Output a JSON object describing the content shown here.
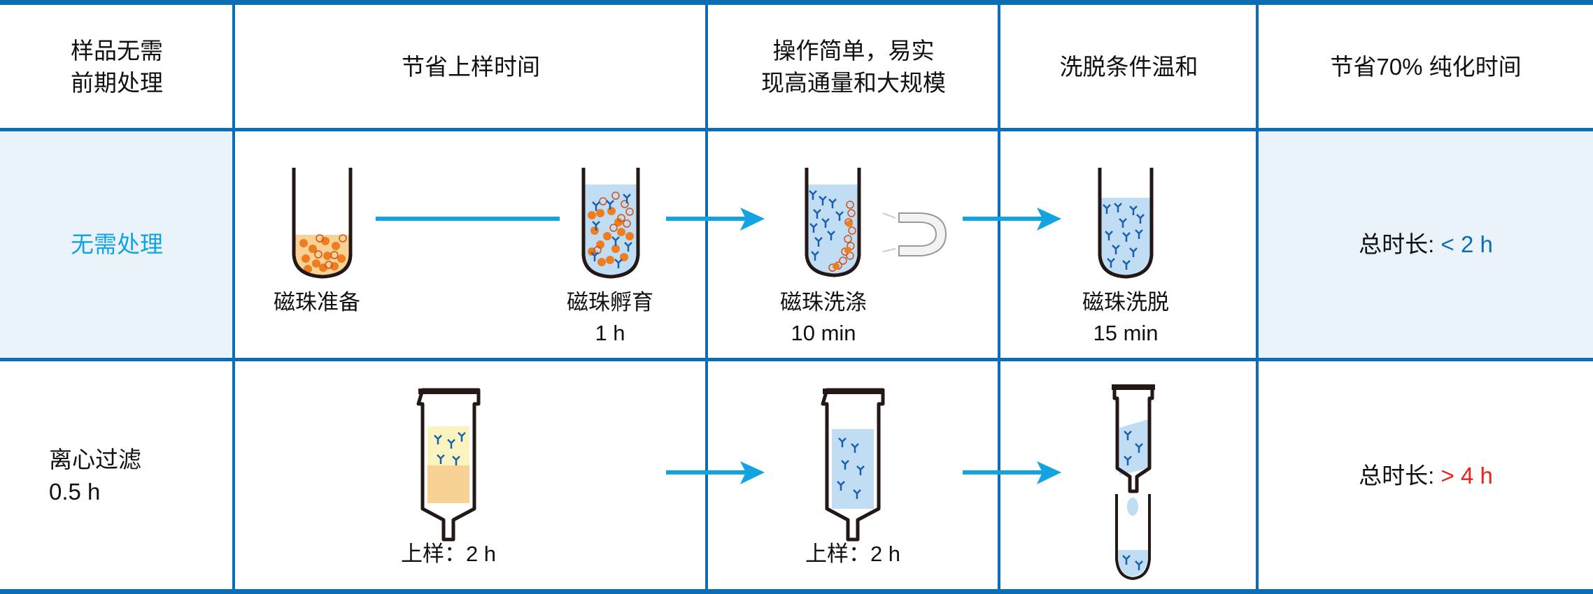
{
  "header": {
    "col0": [
      "样品无需",
      "前期处理"
    ],
    "col1": "节省上样时间",
    "col2": [
      "操作简单，易实",
      "现高通量和大规模"
    ],
    "col3": "洗脱条件温和",
    "col4": "节省70% 纯化时间"
  },
  "row_magnetic": {
    "label": "无需处理",
    "steps": [
      {
        "name": "磁珠准备",
        "time": ""
      },
      {
        "name": "磁珠孵育",
        "time": "1 h"
      },
      {
        "name": "磁珠洗涤",
        "time": "10 min"
      },
      {
        "name": "磁珠洗脱",
        "time": "15 min"
      }
    ],
    "total_prefix": "总时长: ",
    "total_value": "< 2 h"
  },
  "row_column": {
    "label": [
      "离心过滤",
      "0.5 h"
    ],
    "steps": [
      "上样：2 h",
      "上样：2 h"
    ],
    "total_prefix": "总时长: ",
    "total_value": "> 4 h"
  },
  "colors": {
    "grid": "#0a6db5",
    "accent": "#12a3e0",
    "shade": "#eaf3fa",
    "fast": "#0a6db5",
    "slow": "#e8211a"
  }
}
